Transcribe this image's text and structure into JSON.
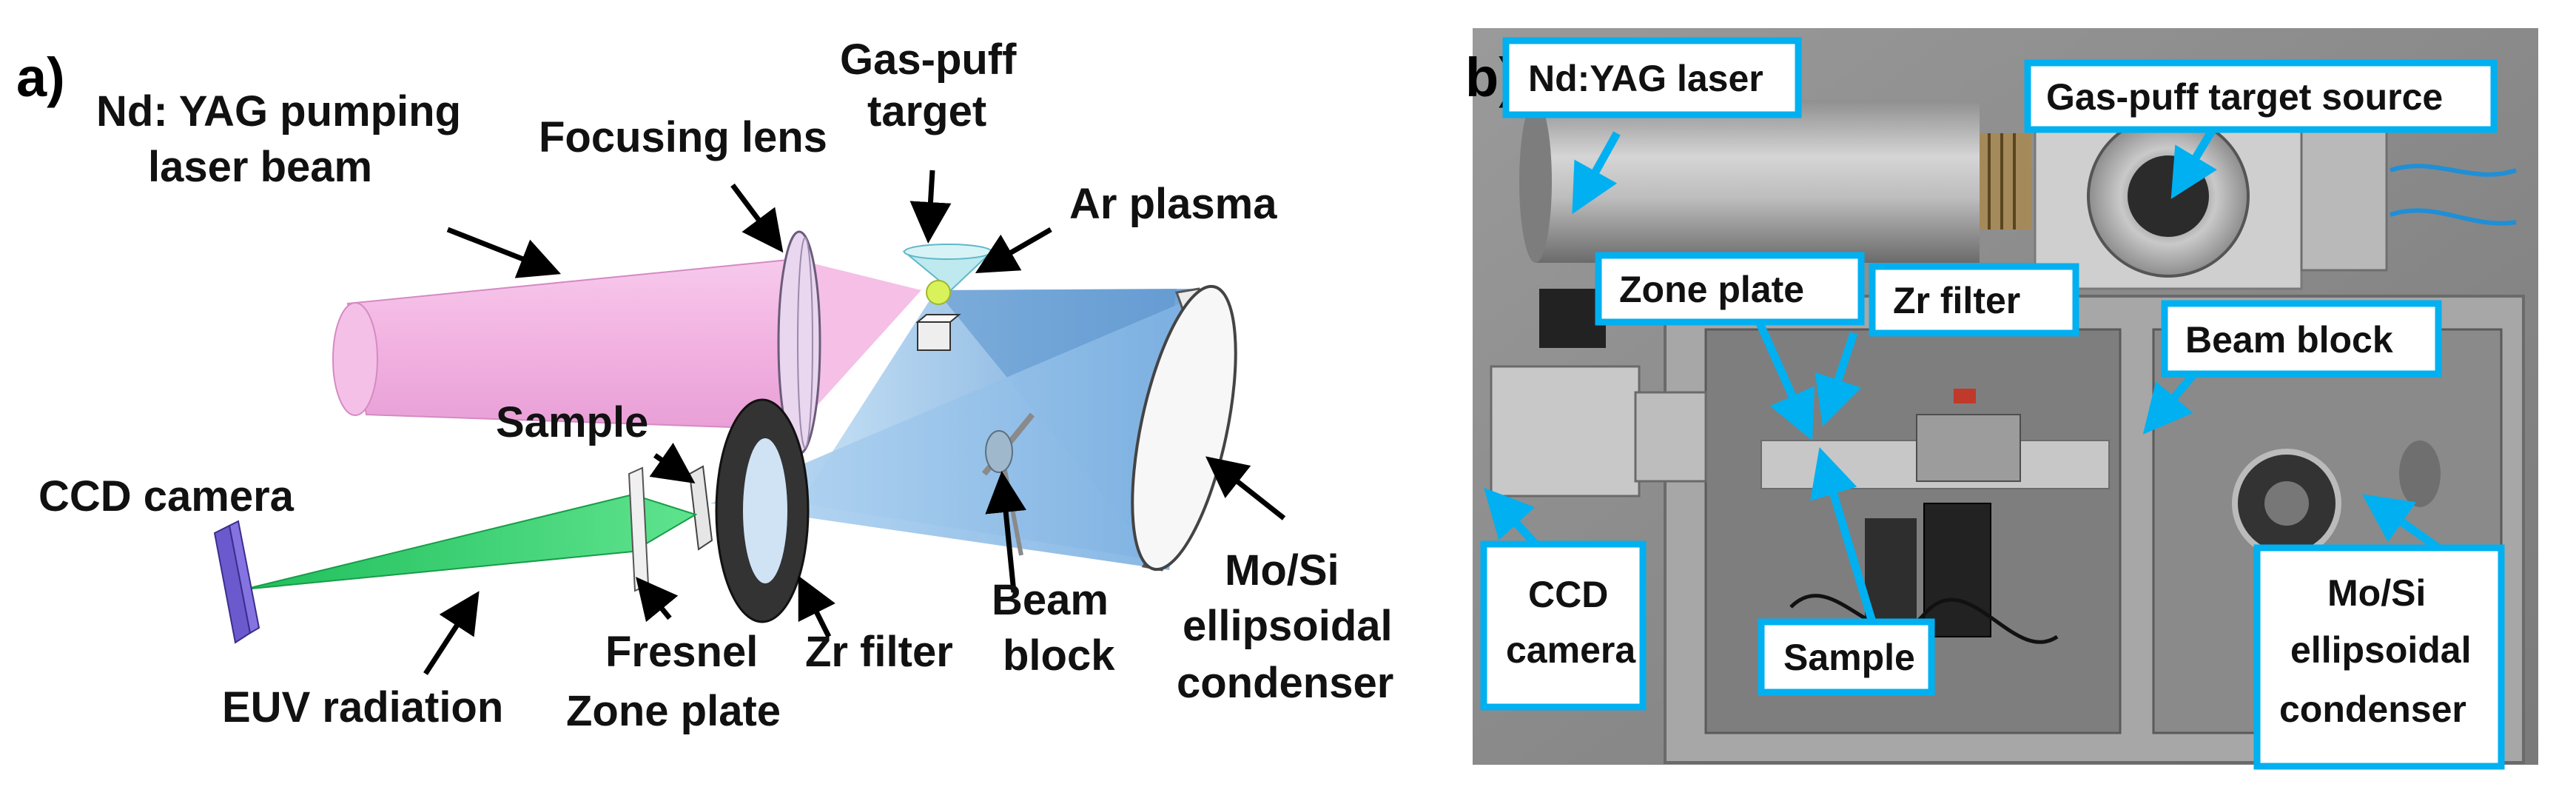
{
  "panel_a": {
    "letter": "a)",
    "labels": {
      "gas_puff_1": "Gas-puff",
      "gas_puff_2": "target",
      "nd_yag_1": "Nd: YAG pumping",
      "nd_yag_2": "laser beam",
      "focusing_lens": "Focusing lens",
      "ar_plasma": "Ar plasma",
      "sample": "Sample",
      "ccd_camera": "CCD camera",
      "euv_radiation": "EUV radiation",
      "fresnel_1": "Fresnel",
      "fresnel_2": "Zone plate",
      "zr_filter": "Zr filter",
      "beam_block_1": "Beam",
      "beam_block_2": "block",
      "mosi_1": "Mo/Si",
      "mosi_2": "ellipsoidal",
      "mosi_3": "condenser"
    }
  },
  "panel_b": {
    "letter": "b)",
    "labels": {
      "nd_yag_laser": "Nd:YAG laser",
      "gas_puff_source": "Gas-puff target source",
      "zone_plate": "Zone plate",
      "zr_filter": "Zr filter",
      "beam_block": "Beam block",
      "ccd_1": "CCD",
      "ccd_2": "camera",
      "sample": "Sample",
      "mosi_1": "Mo/Si",
      "mosi_2": "ellipsoidal",
      "mosi_3": "condenser"
    }
  },
  "colors": {
    "laser_beam": "#f2b8e4",
    "euv_blue": "#7fb2e0",
    "euv_green": "#2fd06c",
    "ccd": "#6a5acd",
    "label_box_border": "#00b0f0"
  }
}
